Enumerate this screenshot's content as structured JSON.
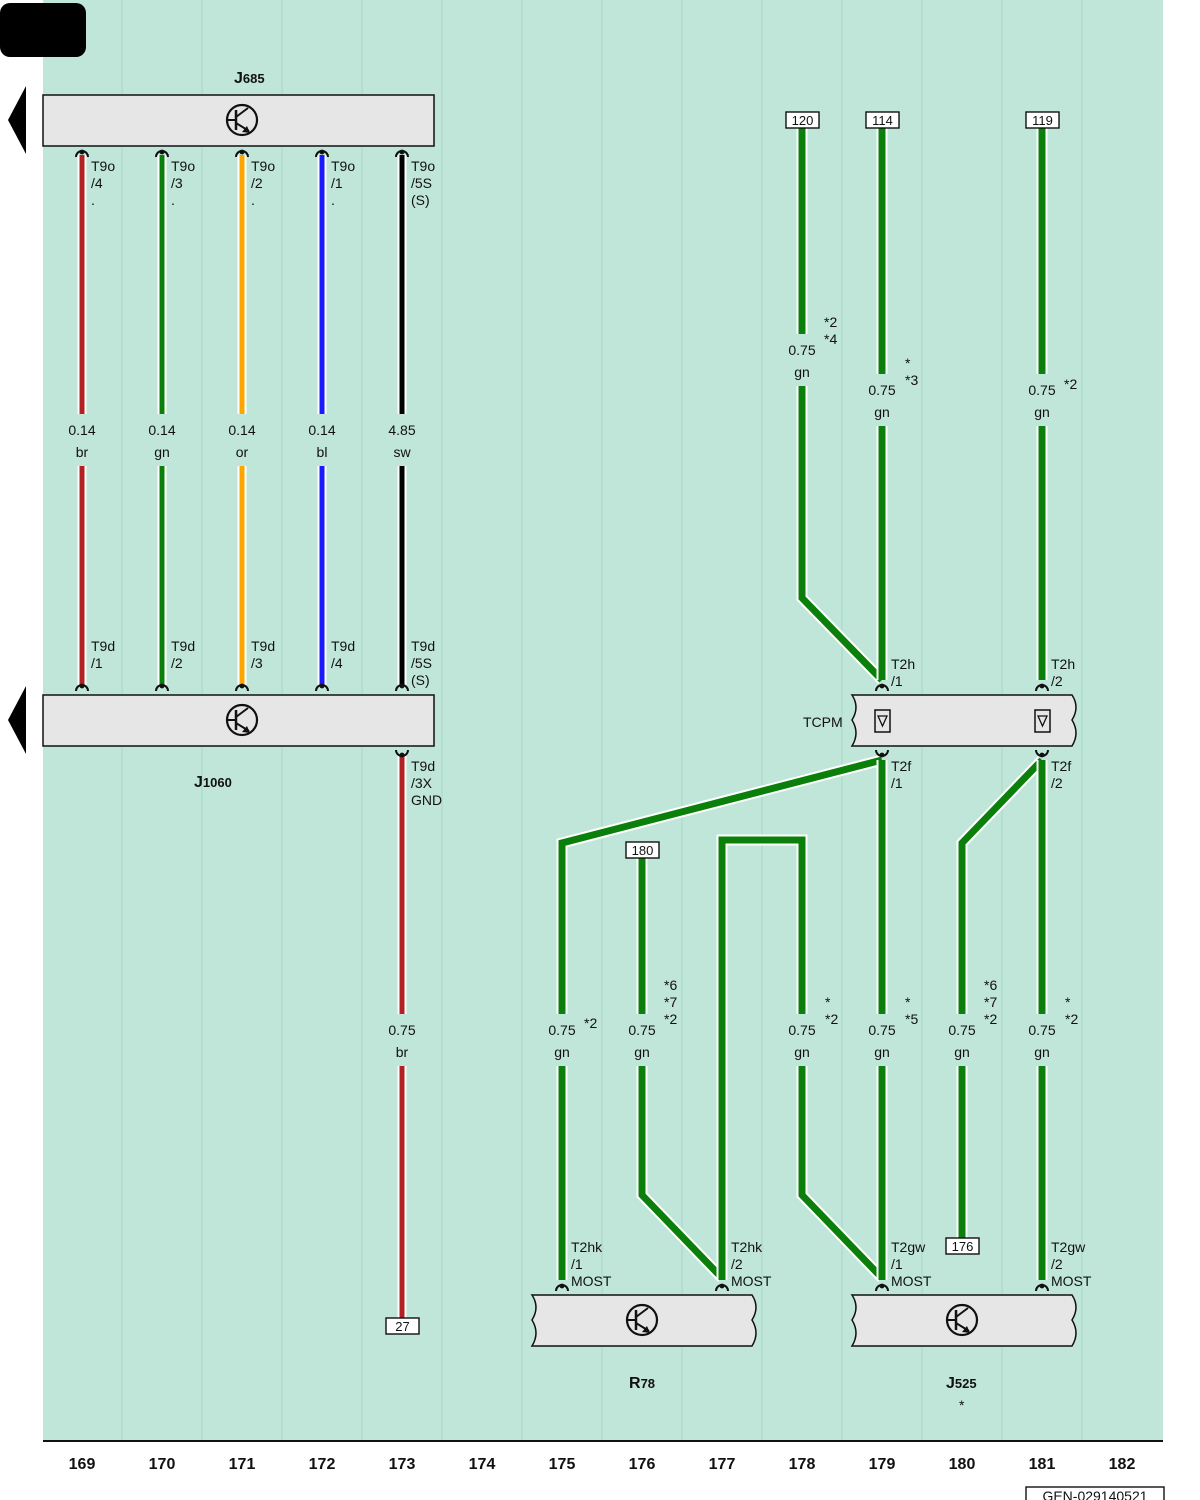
{
  "colors": {
    "background": "#c0e5d9",
    "br": "#b22222",
    "gn": "#0a800a",
    "or": "#ffa500",
    "bl": "#1a1aff",
    "sw": "#000000",
    "component_fill": "#e6e6e6"
  },
  "components": {
    "j685": {
      "name": "J",
      "sub": "685"
    },
    "j1060": {
      "name": "J",
      "sub": "1060"
    },
    "r78": {
      "name": "R",
      "sub": "78"
    },
    "j525": {
      "name": "J",
      "sub": "525",
      "note": "*"
    },
    "tcpm": {
      "label": "TCPM"
    }
  },
  "wires_top": [
    {
      "top": [
        "T9o",
        "/4",
        "."
      ],
      "size": "0.14",
      "color": "br",
      "bottom": [
        "T9d",
        "/1"
      ]
    },
    {
      "top": [
        "T9o",
        "/3",
        "."
      ],
      "size": "0.14",
      "color": "gn",
      "bottom": [
        "T9d",
        "/2"
      ]
    },
    {
      "top": [
        "T9o",
        "/2",
        "."
      ],
      "size": "0.14",
      "color": "or",
      "bottom": [
        "T9d",
        "/3"
      ]
    },
    {
      "top": [
        "T9o",
        "/1",
        "."
      ],
      "size": "0.14",
      "color": "bl",
      "bottom": [
        "T9d",
        "/4"
      ]
    },
    {
      "top": [
        "T9o",
        "/5S",
        "(S)"
      ],
      "size": "4.85",
      "color": "sw",
      "bottom": [
        "T9d",
        "/5S",
        "(S)"
      ]
    }
  ],
  "gnd_wire": {
    "pin": [
      "T9d",
      "/3X",
      "GND"
    ],
    "size": "0.75",
    "color": "br",
    "ref": "27"
  },
  "refs_top": [
    "120",
    "114",
    "119"
  ],
  "upper_green": [
    {
      "size": "0.75",
      "color": "gn",
      "notes": [
        "*2",
        "*4"
      ]
    },
    {
      "size": "0.75",
      "color": "gn",
      "notes": [
        "*",
        "*3"
      ]
    },
    {
      "size": "0.75",
      "color": "gn",
      "notes": [
        "*2"
      ]
    }
  ],
  "tcpm_pins": {
    "top": [
      [
        "T2h",
        "/1"
      ],
      [
        "T2h",
        "/2"
      ]
    ],
    "bottom": [
      [
        "T2f",
        "/1"
      ],
      [
        "T2f",
        "/2"
      ]
    ]
  },
  "refs_mid": [
    "180",
    "176"
  ],
  "lower_wires": [
    {
      "size": "0.75",
      "color": "gn",
      "notes": [
        "*2"
      ]
    },
    {
      "size": "0.75",
      "color": "gn",
      "notes": [
        "*6",
        "*7",
        "*2"
      ]
    },
    {
      "size": "0.75",
      "color": "gn",
      "notes": [
        "*",
        "*2"
      ]
    },
    {
      "size": "0.75",
      "color": "gn",
      "notes": [
        "*",
        "*5"
      ]
    },
    {
      "size": "0.75",
      "color": "gn",
      "notes": [
        "*6",
        "*7",
        "*2"
      ]
    },
    {
      "size": "0.75",
      "color": "gn",
      "notes": [
        "*",
        "*2"
      ]
    }
  ],
  "bottom_pins": [
    [
      "T2hk",
      "/1",
      "MOST"
    ],
    [
      "T2hk",
      "/2",
      "MOST"
    ],
    [
      "T2gw",
      "/1",
      "MOST"
    ],
    [
      "T2gw",
      "/2",
      "MOST"
    ]
  ],
  "columns": [
    "169",
    "170",
    "171",
    "172",
    "173",
    "174",
    "175",
    "176",
    "177",
    "178",
    "179",
    "180",
    "181",
    "182"
  ],
  "doc_id": "GEN-029140521"
}
